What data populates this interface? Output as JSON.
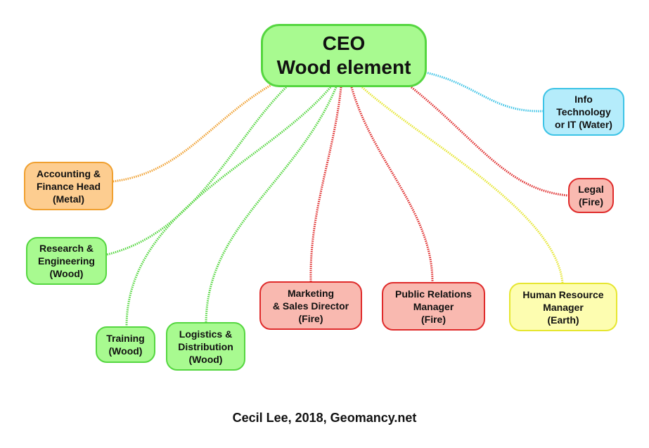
{
  "colors": {
    "wood": {
      "fill": "#a8fa90",
      "stroke": "#55d640"
    },
    "fire": {
      "fill": "#f9b9b0",
      "stroke": "#df2b2b"
    },
    "metal": {
      "fill": "#fdcd90",
      "stroke": "#f0a030"
    },
    "water": {
      "fill": "#b5ecfb",
      "stroke": "#3cc3e6"
    },
    "earth": {
      "fill": "#fdfdb0",
      "stroke": "#e6e630"
    }
  },
  "root": {
    "lines": [
      "CEO",
      "Wood element"
    ],
    "element": "wood"
  },
  "nodes": [
    {
      "id": "accounting",
      "lines": [
        "Accounting &",
        "Finance Head",
        "(Metal)"
      ],
      "element": "metal"
    },
    {
      "id": "research",
      "lines": [
        "Research &",
        "Engineering",
        "(Wood)"
      ],
      "element": "wood"
    },
    {
      "id": "training",
      "lines": [
        "Training",
        "(Wood)"
      ],
      "element": "wood"
    },
    {
      "id": "logistics",
      "lines": [
        "Logistics &",
        "Distribution",
        "(Wood)"
      ],
      "element": "wood"
    },
    {
      "id": "marketing",
      "lines": [
        "Marketing",
        "& Sales Director",
        "(Fire)"
      ],
      "element": "fire"
    },
    {
      "id": "pr",
      "lines": [
        "Public Relations",
        "Manager",
        "(Fire)"
      ],
      "element": "fire"
    },
    {
      "id": "hr",
      "lines": [
        "Human Resource",
        "Manager",
        "(Earth)"
      ],
      "element": "earth"
    },
    {
      "id": "legal",
      "lines": [
        "Legal",
        "(Fire)"
      ],
      "element": "fire"
    },
    {
      "id": "it",
      "lines": [
        "Info",
        "Technology",
        "or IT (Water)"
      ],
      "element": "water"
    }
  ],
  "footer": "Cecil Lee, 2018, Geomancy.net"
}
